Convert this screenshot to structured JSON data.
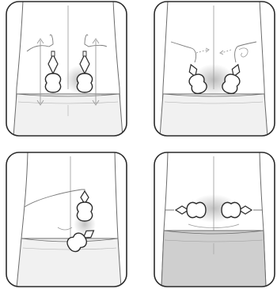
{
  "panels": [
    {
      "placement": "vertical-pair-center-back",
      "arrows": "up-down"
    },
    {
      "placement": "angled-pair-lower-back",
      "arrows": "diagonal-dashed"
    },
    {
      "placement": "side-flank-pair",
      "arrows": "none"
    },
    {
      "placement": "horizontal-pair-waist",
      "arrows": "none"
    }
  ],
  "colors": {
    "outline": "#2a2a2a",
    "body_line": "#6b6b6b",
    "pants_fill": "#f1f1f1",
    "pants_dark_fill": "#cfcfcf",
    "glow": "#bdbdbd",
    "pad_fill": "#ffffff",
    "arrow": "#9a9a9a"
  }
}
